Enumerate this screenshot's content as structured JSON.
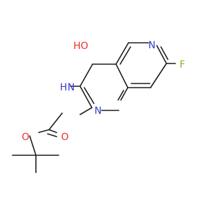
{
  "molecule": {
    "atoms": {
      "hydroxyl_label": {
        "text": "HO",
        "color": "#e8302a"
      },
      "pyridine_n_top": {
        "text": "N",
        "color": "#3a3ad0"
      },
      "pyridine_n_bottom": {
        "text": "N",
        "color": "#3a3ad0"
      },
      "amine_label": {
        "text": "H",
        "color": "#3a3ad0"
      },
      "amine_n": {
        "text": "N",
        "color": "#3a3ad0"
      },
      "fluorine_label": {
        "text": "F",
        "color": "#7fb52e"
      },
      "carbonyl_o": {
        "text": "O",
        "color": "#e8302a"
      },
      "ester_o": {
        "text": "O",
        "color": "#e8302a"
      }
    },
    "bond_color": "#1a1a1a"
  }
}
